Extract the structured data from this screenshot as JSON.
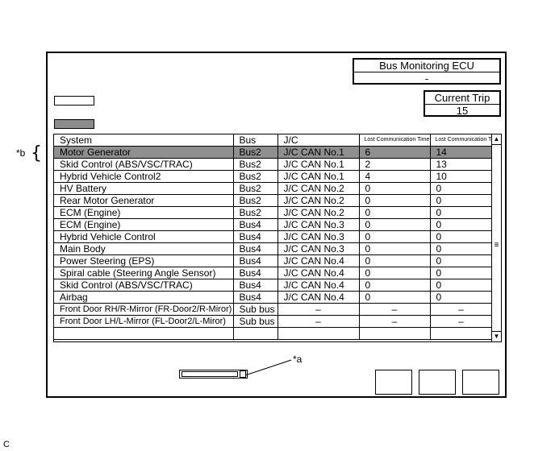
{
  "ecu_panel": {
    "title": "Bus Monitoring ECU",
    "value": "-"
  },
  "trip_panel": {
    "title": "Current Trip",
    "value": "15"
  },
  "table": {
    "headers": [
      "System",
      "Bus",
      "J/C",
      "Lost Communication Time (s)",
      "Lost Communication Trip"
    ],
    "rows": [
      [
        "Motor Generator",
        "Bus2",
        "J/C CAN No.1",
        "6",
        "14"
      ],
      [
        "Skid Control (ABS/VSC/TRAC)",
        "Bus2",
        "J/C CAN No.1",
        "2",
        "13"
      ],
      [
        "Hybrid Vehicle Control2",
        "Bus2",
        "J/C CAN No.1",
        "4",
        "10"
      ],
      [
        "HV Battery",
        "Bus2",
        "J/C CAN No.2",
        "0",
        "0"
      ],
      [
        "Rear Motor Generator",
        "Bus2",
        "J/C CAN No.2",
        "0",
        "0"
      ],
      [
        "ECM (Engine)",
        "Bus2",
        "J/C CAN No.2",
        "0",
        "0"
      ],
      [
        "ECM (Engine)",
        "Bus4",
        "J/C CAN No.3",
        "0",
        "0"
      ],
      [
        "Hybrid Vehicle Control",
        "Bus4",
        "J/C CAN No.3",
        "0",
        "0"
      ],
      [
        "Main Body",
        "Bus4",
        "J/C CAN No.3",
        "0",
        "0"
      ],
      [
        "Power Steering (EPS)",
        "Bus4",
        "J/C CAN No.4",
        "0",
        "0"
      ],
      [
        "Spiral cable (Steering Angle Sensor)",
        "Bus4",
        "J/C CAN No.4",
        "0",
        "0"
      ],
      [
        "Skid Control (ABS/VSC/TRAC)",
        "Bus4",
        "J/C CAN No.4",
        "0",
        "0"
      ],
      [
        "Airbag",
        "Bus4",
        "J/C CAN No.4",
        "0",
        "0"
      ],
      [
        "Front Door RH/R-Mirror (FR-Door2/R-Miror)",
        "Sub bus",
        "–",
        "–",
        "–"
      ],
      [
        "Front Door LH/L-Mirror (FL-Door2/L-Miror)",
        "Sub bus",
        "–",
        "–",
        "–"
      ],
      [
        "",
        "",
        "",
        "",
        ""
      ]
    ]
  },
  "scrollbar": {
    "up_icon": "▲",
    "down_icon": "▼",
    "grip_icon": "≡"
  },
  "callouts": {
    "a": "*a",
    "b": "*b",
    "brace": "{"
  },
  "figure_code": "C"
}
